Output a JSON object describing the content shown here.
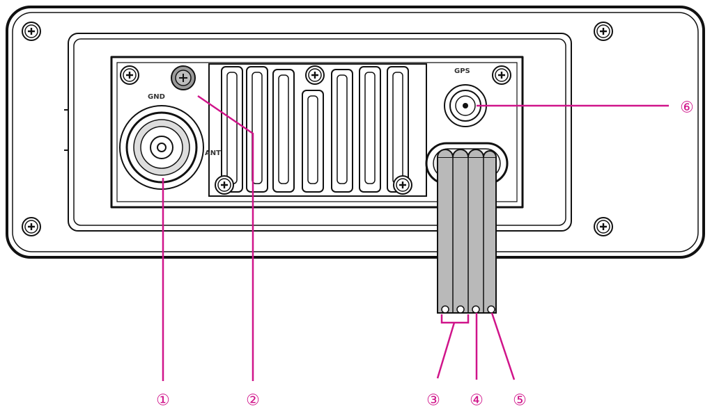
{
  "panel": {
    "labels": {
      "ground": "GND",
      "antenna": "ANT",
      "gps": "GPS"
    }
  },
  "callouts": [
    {
      "id": "1",
      "text": "①"
    },
    {
      "id": "2",
      "text": "②"
    },
    {
      "id": "3",
      "text": "③"
    },
    {
      "id": "4",
      "text": "④"
    },
    {
      "id": "5",
      "text": "⑤"
    },
    {
      "id": "6",
      "text": "⑥"
    }
  ],
  "colors": {
    "callout": "#d0148a",
    "outline": "#111111",
    "cable": "#b9b9b9",
    "ground_post": "#9a9a9a"
  },
  "icons": [
    "screw-icon"
  ]
}
